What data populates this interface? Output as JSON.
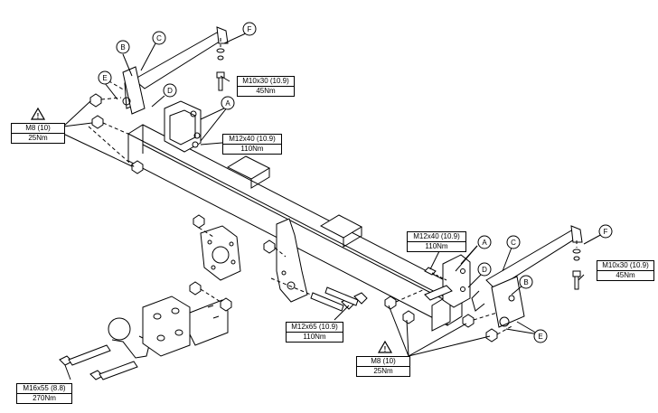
{
  "callout_letters": {
    "a": "A",
    "b": "B",
    "c": "C",
    "d": "D",
    "e": "E",
    "f": "F"
  },
  "specs": {
    "m10_left": {
      "bolt": "M10x30 (10.9)",
      "torque": "45Nm"
    },
    "m10_right": {
      "bolt": "M10x30 (10.9)",
      "torque": "45Nm"
    },
    "m12x40_left": {
      "bolt": "M12x40 (10.9)",
      "torque": "110Nm"
    },
    "m12x40_right": {
      "bolt": "M12x40 (10.9)",
      "torque": "110Nm"
    },
    "m8_left": {
      "bolt": "M8 (10)",
      "torque": "25Nm"
    },
    "m8_right": {
      "bolt": "M8 (10)",
      "torque": "25Nm"
    },
    "m12x65": {
      "bolt": "M12x65 (10.9)",
      "torque": "110Nm"
    },
    "m16x55": {
      "bolt": "M16x55 (8.8)",
      "torque": "270Nm"
    }
  },
  "icons": {
    "warning": "warning-triangle-icon"
  },
  "colors": {
    "line": "#000000",
    "background": "#ffffff"
  }
}
